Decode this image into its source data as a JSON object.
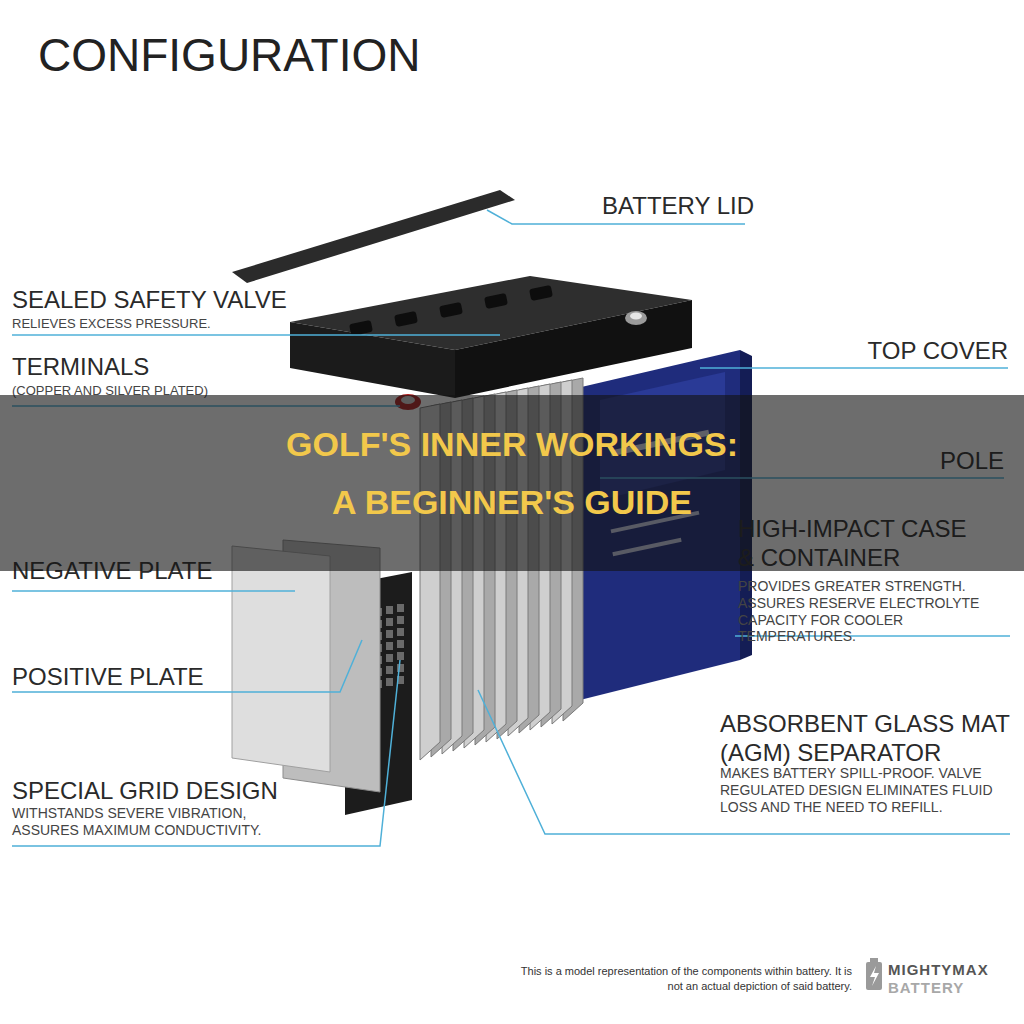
{
  "diagram": {
    "title": "CONFIGURATION",
    "nodes": [
      {
        "text": [
          "GOLF'S INNER WORKINGS: A BEGINNER'S GUIDE"
        ]
      }
    ],
    "labels": [
      "BATTERY LID",
      "SEALED SAFETY VALVE",
      "RELIEVES EXCESS PRESSURE.",
      "TERMINALS",
      "(COPPER AND SILVER PLATED)",
      "TOP COVER",
      "POLE",
      "HIGH-IMPACT CASE & CONTAINER",
      "PROVIDES GREATER STRENGTH. ASSURES RESERVE ELECTROLYTE CAPACITY FOR COOLER TEMPERATURES.",
      "NEGATIVE PLATE",
      "POSITIVE PLATE",
      "ABSORBENT GLASS MAT (AGM) SEPARATOR",
      "MAKES BATTERY SPILL-PROOF. VALVE REGULATED DESIGN ELIMINATES FLUID LOSS AND THE NEED TO REFILL.",
      "SPECIAL GRID DESIGN",
      "WITHSTANDS SEVERE VIBRATION, ASSURES MAXIMUM CONDUCTIVITY.",
      "This is a model representation of the components within battery. It is not an actual depiction of said battery.",
      "MIGHTYMAX",
      "BATTERY"
    ]
  }
}
